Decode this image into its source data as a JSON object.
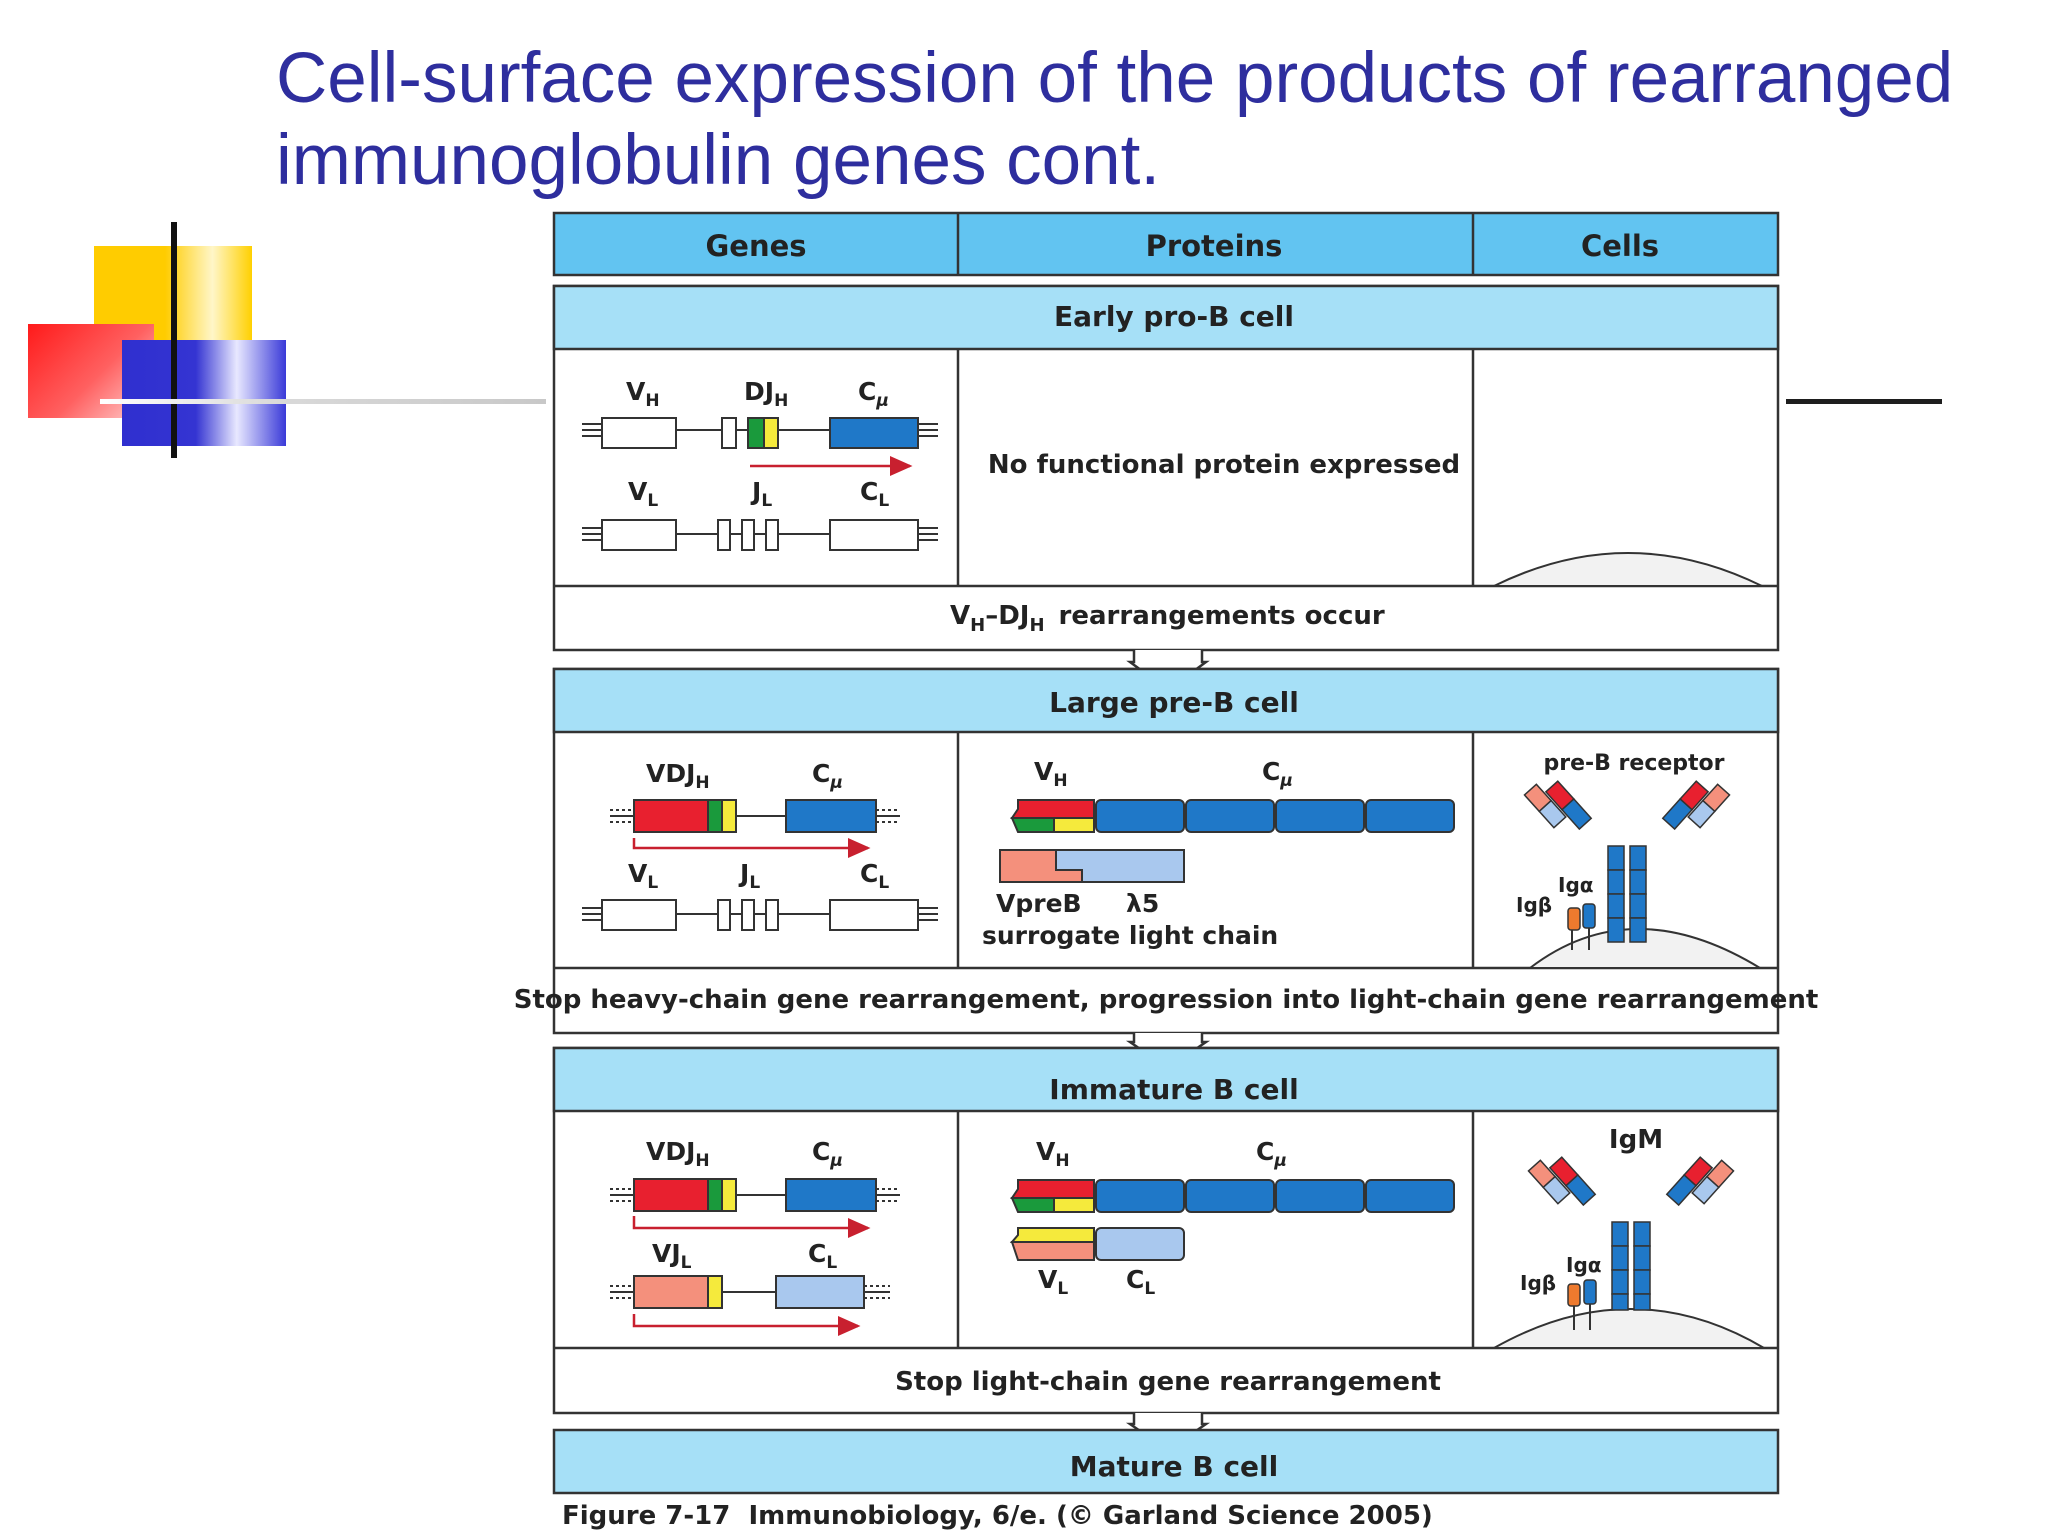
{
  "slide": {
    "title_line1": "Cell-surface expression of the products of rearranged",
    "title_line2": "immunoglobulin genes cont."
  },
  "table": {
    "headers": [
      "Genes",
      "Proteins",
      "Cells"
    ],
    "stages": [
      {
        "name": "Early pro-B cell",
        "genes": {
          "vh": "V",
          "vh_sub": "H",
          "djh": "DJ",
          "djh_sub": "H",
          "cmu": "C",
          "cmu_sub": "μ",
          "vl": "V",
          "vl_sub": "L",
          "jl": "J",
          "jl_sub": "L",
          "cl": "C",
          "cl_sub": "L"
        },
        "protein_text": "No functional protein expressed",
        "footer": {
          "v": "V",
          "v_sub": "H",
          "dash": "–DJ",
          "dj_sub": "H",
          "rest": "rearrangements occur"
        }
      },
      {
        "name": "Large pre-B cell",
        "genes": {
          "vdjh": "VDJ",
          "vdjh_sub": "H",
          "cmu": "C",
          "cmu_sub": "μ",
          "vl": "V",
          "vl_sub": "L",
          "jl": "J",
          "jl_sub": "L",
          "cl": "C",
          "cl_sub": "L"
        },
        "protein": {
          "vh": "V",
          "vh_sub": "H",
          "cmu": "C",
          "cmu_sub": "μ",
          "vpreb": "VpreB",
          "lambda5": "λ5",
          "surrogate": "surrogate light chain"
        },
        "cell": {
          "receptor": "pre-B receptor",
          "iga": "Igα",
          "igb": "Igβ"
        },
        "footer": "Stop heavy-chain gene rearrangement, progression into light-chain gene rearrangement"
      },
      {
        "name": "Immature B cell",
        "genes": {
          "vdjh": "VDJ",
          "vdjh_sub": "H",
          "cmu": "C",
          "cmu_sub": "μ",
          "vjl": "VJ",
          "vjl_sub": "L",
          "cl": "C",
          "cl_sub": "L"
        },
        "protein": {
          "vh": "V",
          "vh_sub": "H",
          "cmu": "C",
          "cmu_sub": "μ",
          "vl": "V",
          "vl_sub": "L",
          "cl": "C",
          "cl_sub": "L"
        },
        "cell": {
          "receptor": "IgM",
          "iga": "Igα",
          "igb": "Igβ"
        },
        "footer": "Stop light-chain gene rearrangement"
      },
      {
        "name": "Mature B cell"
      }
    ],
    "caption": "Figure 7-17  Immunobiology, 6/e. (© Garland Science 2005)"
  },
  "colors": {
    "title": "#2e2e9e",
    "header_blue": "#62c4f1",
    "stage_blue": "#a6e0f7",
    "red": "#e8202f",
    "green": "#1a9a3c",
    "yellow": "#f5ea3c",
    "blue": "#1f78c8",
    "light_blue": "#a9c8ee",
    "salmon": "#f4907c",
    "orange": "#ee7a2e",
    "arrow_red": "#c8202f"
  }
}
